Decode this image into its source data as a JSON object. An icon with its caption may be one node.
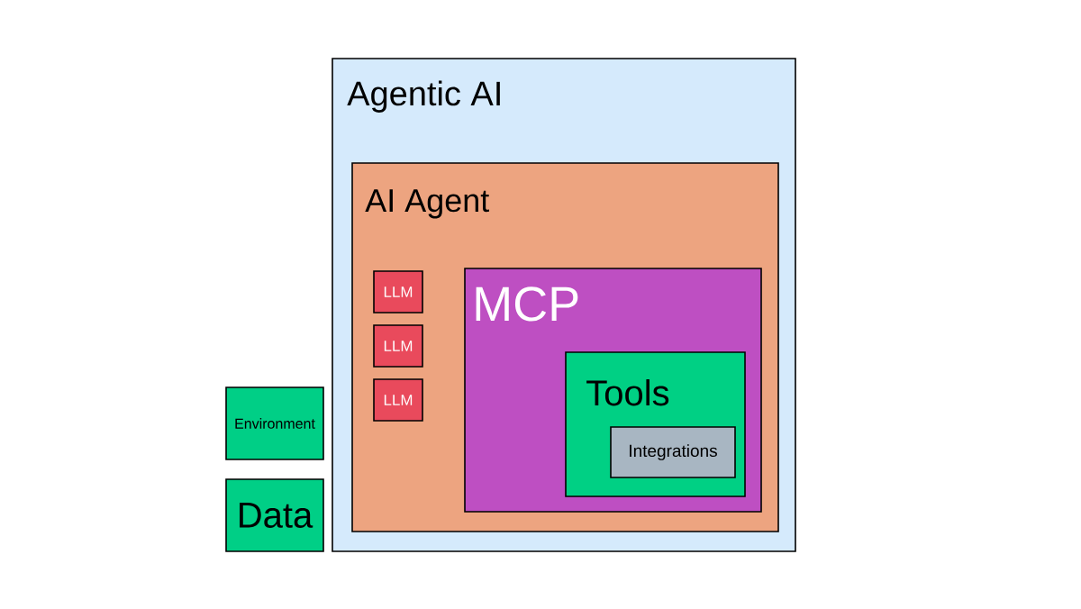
{
  "diagram": {
    "nodes": [
      {
        "text": [
          "Agentic AI"
        ]
      },
      {
        "text": [
          "AI Agent"
        ],
        "in": 0
      },
      {
        "text": [
          "LLM"
        ],
        "in": 1
      },
      {
        "text": [
          "LLM"
        ],
        "in": 1
      },
      {
        "text": [
          "LLM"
        ],
        "in": 1
      },
      {
        "text": [
          "MCP"
        ],
        "in": 1
      },
      {
        "text": [
          "Tools"
        ],
        "in": 5
      },
      {
        "text": [
          "Integrations"
        ],
        "in": 6
      },
      {
        "text": [
          "Environment"
        ]
      },
      {
        "text": [
          "Data"
        ]
      }
    ]
  }
}
